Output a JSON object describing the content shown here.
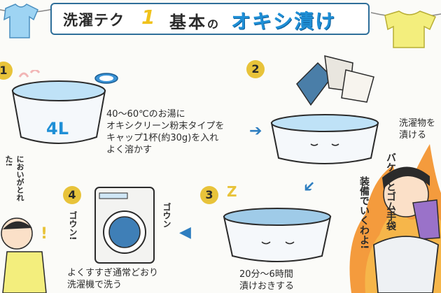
{
  "title": {
    "left": "洗濯テク",
    "number": "1",
    "mid_a": "基本",
    "mid_particle": "の",
    "right": "オキシ漬け"
  },
  "steps": [
    {
      "num": "1",
      "text": "40～60℃のお湯に\nオキシクリーン粉末タイプを\nキャップ1杯(約30g)を入れ\nよく溶かす",
      "basin_label": "4L"
    },
    {
      "num": "2",
      "text": "洗濯物を\n漬ける"
    },
    {
      "num": "3",
      "text": "20分～6時間\n漬けおきする",
      "sleep": "Z"
    },
    {
      "num": "4",
      "text": "よくすすぎ通常どおり\n洗濯機で洗う"
    }
  ],
  "washer_sound_left": "ゴウン!",
  "washer_sound_right": "ゴウン",
  "kid_bubble": "においがとれた!",
  "adult_bubble_1": "バケツとゴム手袋",
  "adult_bubble_2": "装備でいくわよ!",
  "colors": {
    "accent": "#1f8fd6",
    "step": "#e8c33a",
    "title_border": "#2f6f9a",
    "fire": "#f28a1c"
  },
  "icons": [
    "tshirt-icon",
    "arrow-right-icon",
    "arrow-left-icon",
    "arrow-down-left-icon",
    "exclamation-icon"
  ]
}
